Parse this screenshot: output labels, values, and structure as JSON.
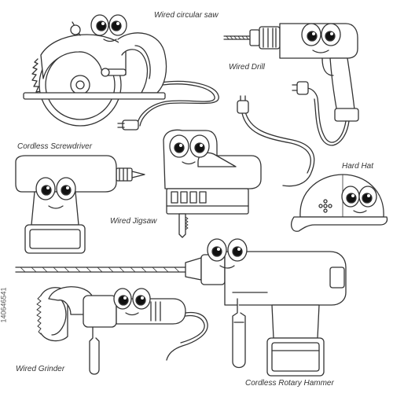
{
  "labels": {
    "circular_saw": "Wired circular saw",
    "drill": "Wired Drill",
    "screwdriver": "Cordless Screwdriver",
    "hard_hat": "Hard Hat",
    "jigsaw": "Wired Jigsaw",
    "grinder": "Wired Grinder",
    "rotary_hammer": "Cordless Rotary Hammer"
  },
  "watermark": {
    "stock_id": "140646541"
  },
  "colors": {
    "line": "#333333",
    "fill": "#ffffff",
    "pupil": "#111111",
    "background": "#ffffff"
  }
}
